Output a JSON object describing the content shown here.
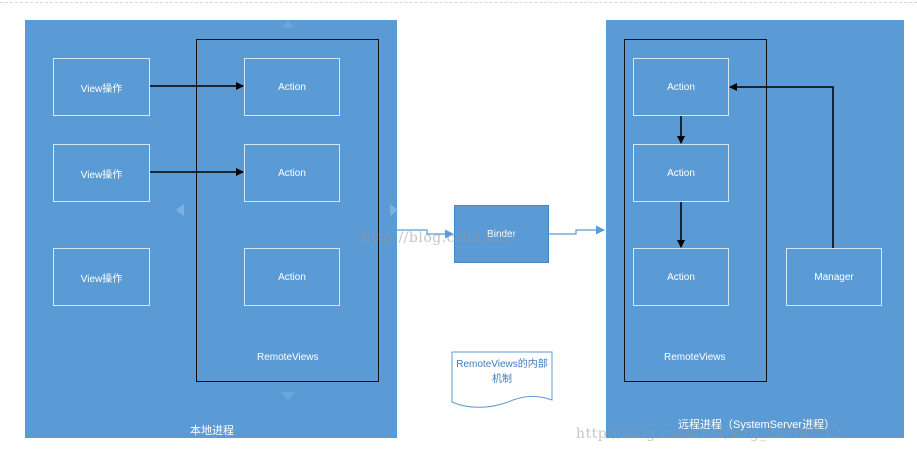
{
  "left_panel": {
    "title": "本地进程",
    "views": [
      "View操作",
      "View操作",
      "View操作"
    ],
    "actions": [
      "Action",
      "Action",
      "Action"
    ],
    "container_label": "RemoteViews"
  },
  "binder": {
    "label": "Binder"
  },
  "note": {
    "text": "RemoteViews的内部机制"
  },
  "right_panel": {
    "title": "远程进程（SystemServer进程）",
    "actions": [
      "Action",
      "Action",
      "Action"
    ],
    "container_label": "RemoteViews",
    "manager": "Manager"
  },
  "watermarks": {
    "center": "http://blog.csdn.net/",
    "bottom": "http://blog.csdn.net/wrg_20100512"
  },
  "colors": {
    "panel": "#5b9bd5",
    "box_border": "#d7e6f5",
    "arrow": "#000000",
    "connector": "#5b9bd5"
  }
}
